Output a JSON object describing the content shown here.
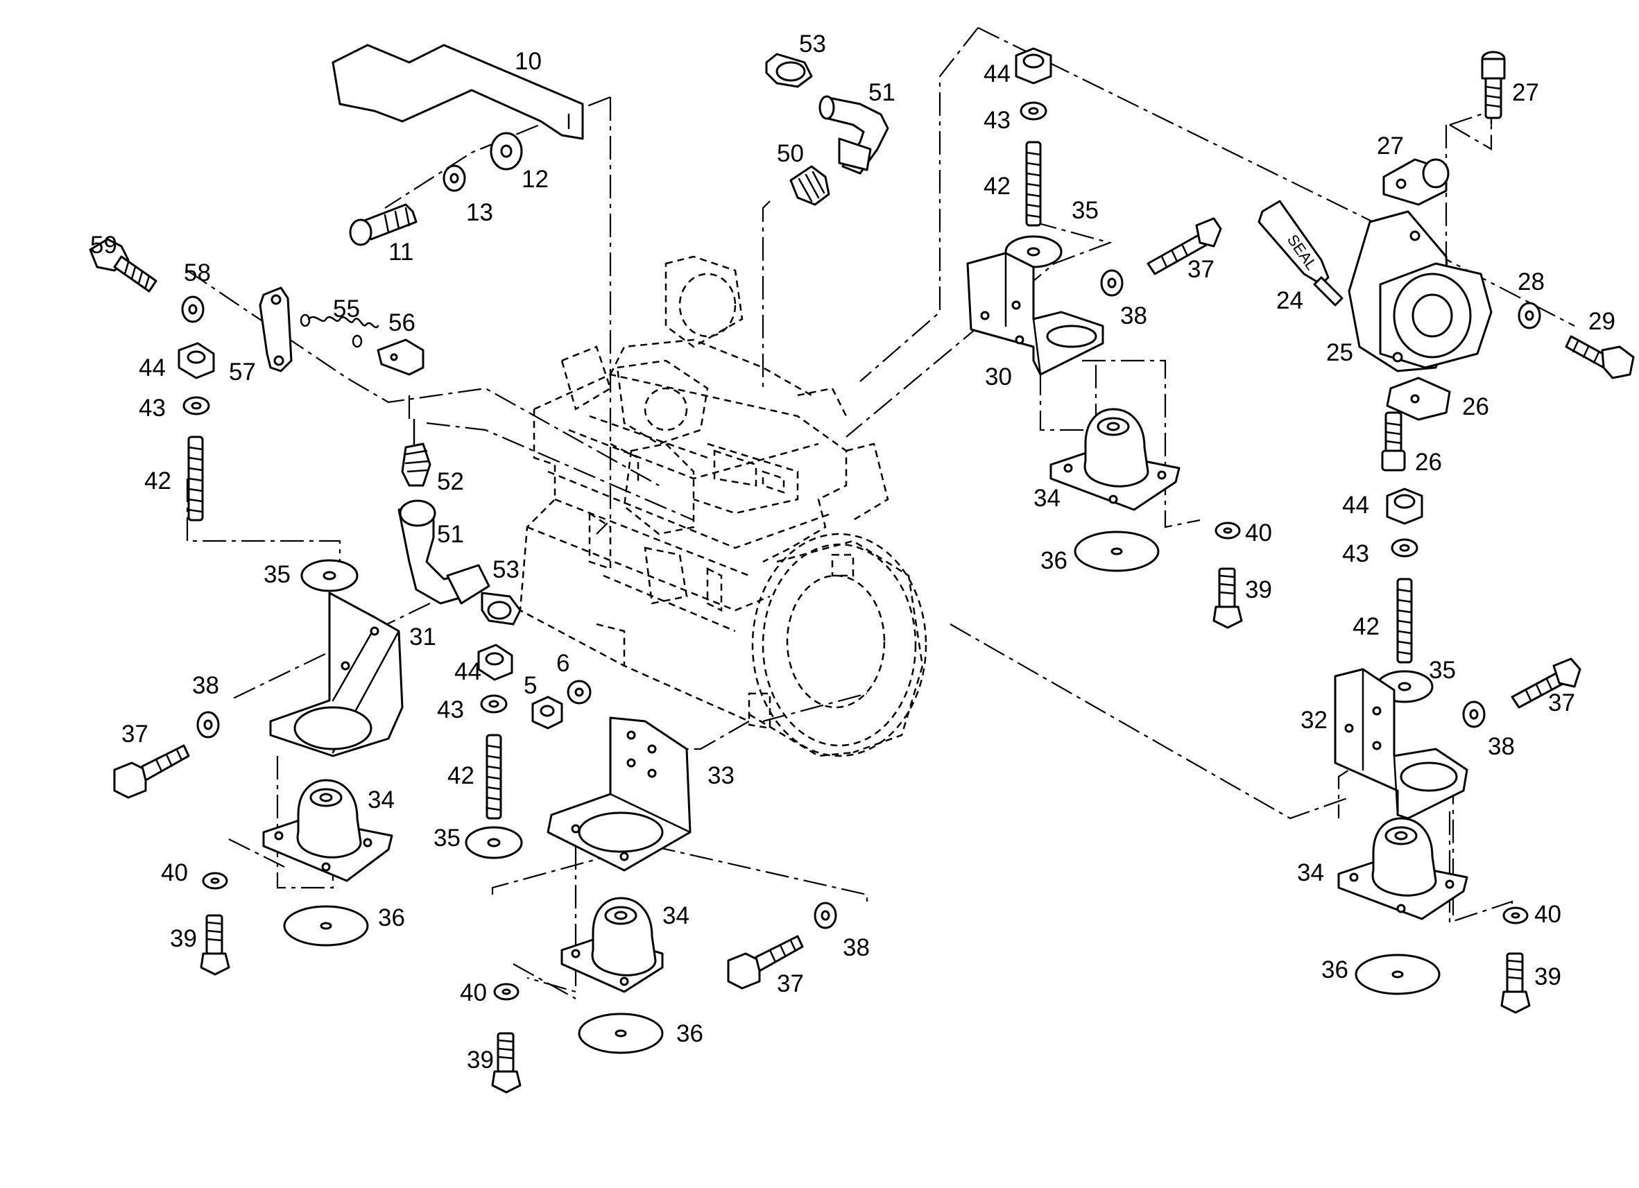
{
  "title": "",
  "callouts": [
    "5",
    "6",
    "10",
    "11",
    "12",
    "13",
    "24",
    "25",
    "26",
    "27",
    "28",
    "29",
    "30",
    "31",
    "32",
    "33",
    "34",
    "35",
    "36",
    "37",
    "38",
    "39",
    "40",
    "42",
    "43",
    "44",
    "50",
    "51",
    "52",
    "53",
    "55",
    "56",
    "57",
    "58",
    "59"
  ],
  "seal_label": "SEAL",
  "colors": {
    "line": "#000000",
    "background": "#ffffff"
  }
}
